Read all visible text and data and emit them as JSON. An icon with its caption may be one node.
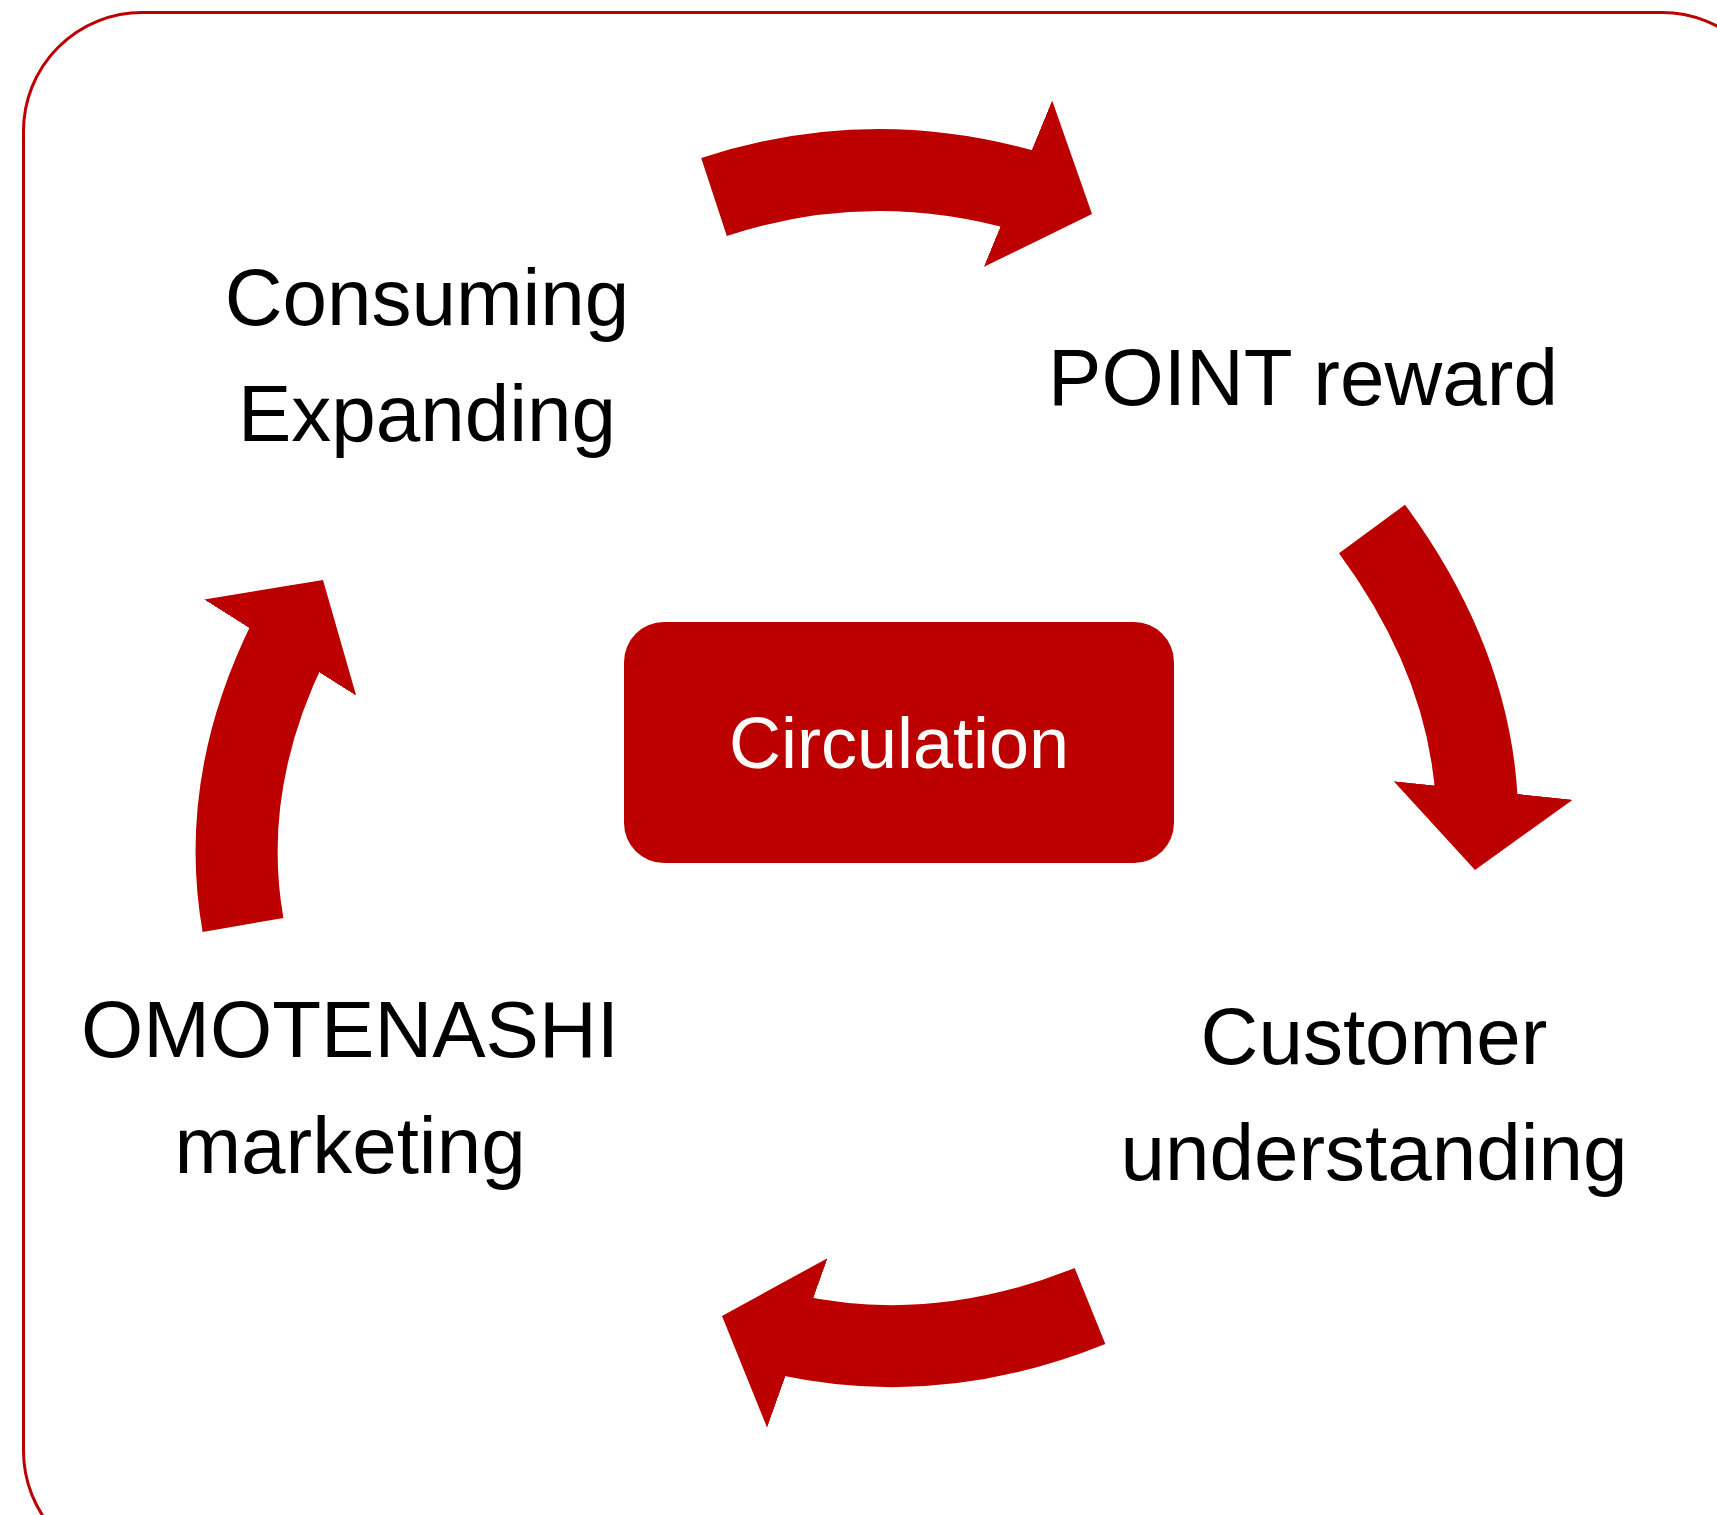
{
  "diagram": {
    "nodes": [
      {
        "text": [
          "Consuming Expanding"
        ]
      },
      {
        "text": [
          "POINT reward"
        ]
      },
      {
        "text": [
          "Customer understanding"
        ]
      },
      {
        "text": [
          "OMOTENASHI marketing"
        ]
      },
      {
        "text": [
          "Circulation"
        ]
      }
    ],
    "edges": [
      {
        "from": 0,
        "to": 1,
        "arrow": "to"
      },
      {
        "from": 1,
        "to": 2,
        "arrow": "to"
      },
      {
        "from": 2,
        "to": 3,
        "arrow": "to"
      },
      {
        "from": 3,
        "to": 0,
        "arrow": "to"
      }
    ]
  }
}
